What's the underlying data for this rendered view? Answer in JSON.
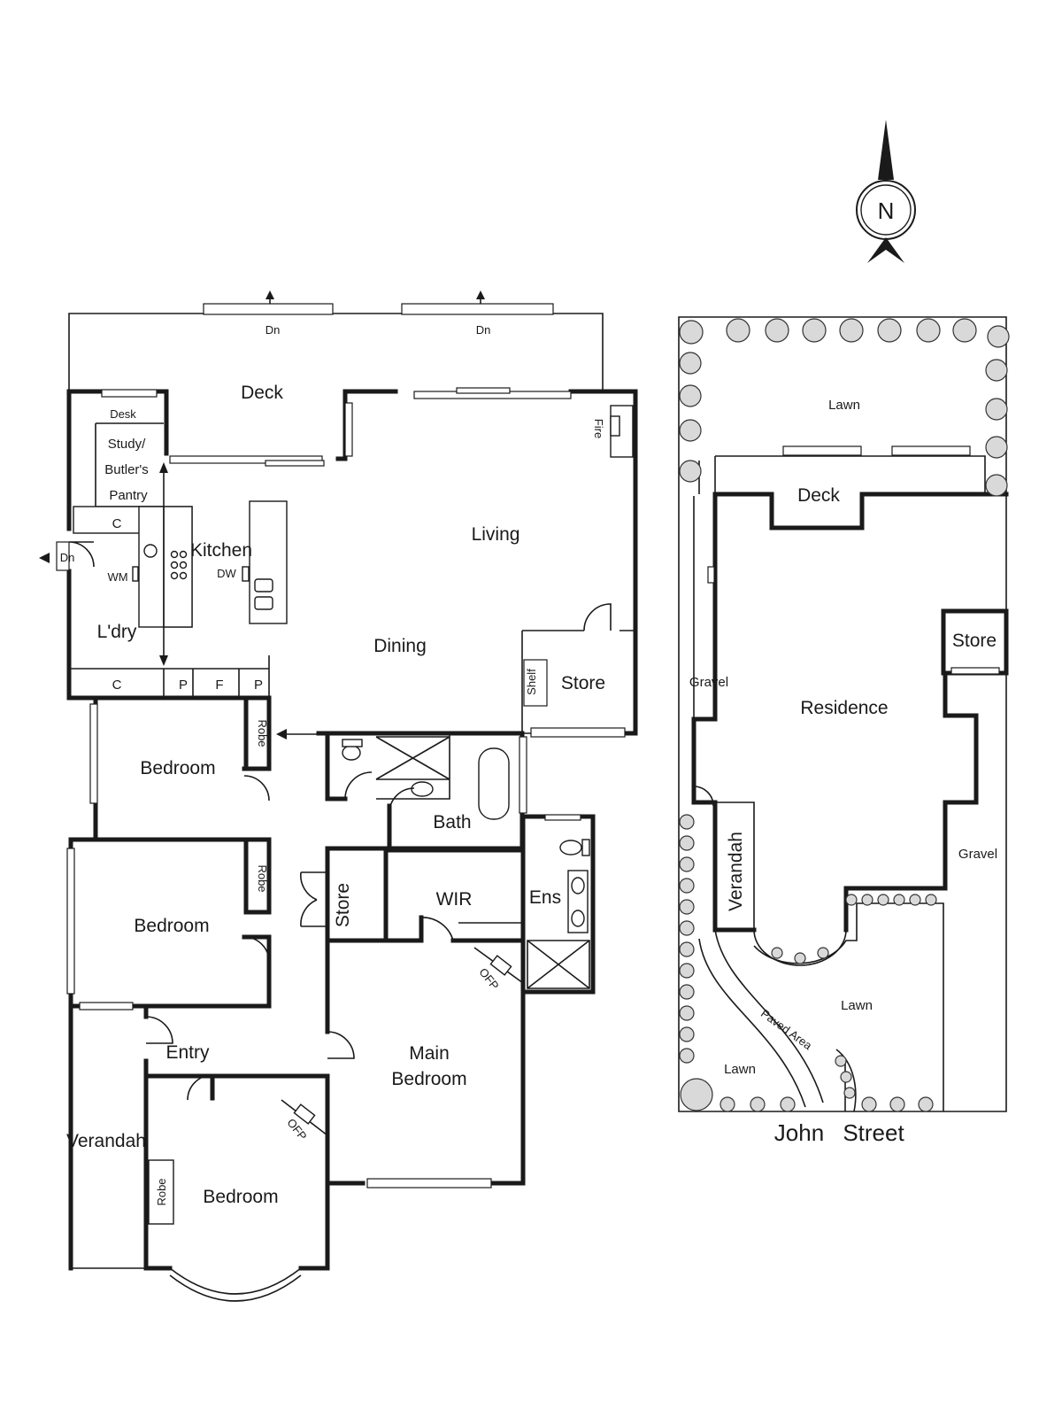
{
  "compass": {
    "label": "N"
  },
  "house": {
    "rooms": {
      "deck": "Deck",
      "desk": "Desk",
      "study_1": "Study/",
      "study_2": "Butler's",
      "study_3": "Pantry",
      "kitchen": "Kitchen",
      "living": "Living",
      "dining": "Dining",
      "laundry": "L'dry",
      "store_living": "Store",
      "shelf": "Shelf",
      "bedroom_1": "Bedroom",
      "bedroom_2": "Bedroom",
      "bedroom_3": "Bedroom",
      "bath": "Bath",
      "store_hall": "Store",
      "wir": "WIR",
      "ens": "Ens",
      "main_bedroom_1": "Main",
      "main_bedroom_2": "Bedroom",
      "entry": "Entry",
      "verandah": "Verandah"
    },
    "labels": {
      "dn_deck_left": "Dn",
      "dn_deck_right": "Dn",
      "dn_side": "Dn",
      "fire": "Fire",
      "wm": "WM",
      "dw": "DW",
      "c_top": "C",
      "c_bottom": "C",
      "p_left": "P",
      "f": "F",
      "p_right": "P",
      "robe_1": "Robe",
      "robe_2": "Robe",
      "robe_3": "Robe",
      "ofp_main": "OFP",
      "ofp_bed": "OFP"
    }
  },
  "site": {
    "labels": {
      "lawn_rear": "Lawn",
      "deck": "Deck",
      "store": "Store",
      "residence": "Residence",
      "gravel_left": "Gravel",
      "gravel_right": "Gravel",
      "verandah": "Verandah",
      "lawn_front_right": "Lawn",
      "lawn_front_left": "Lawn",
      "paved_area": "Paved Area"
    },
    "street_1": "John",
    "street_2": "Street"
  }
}
